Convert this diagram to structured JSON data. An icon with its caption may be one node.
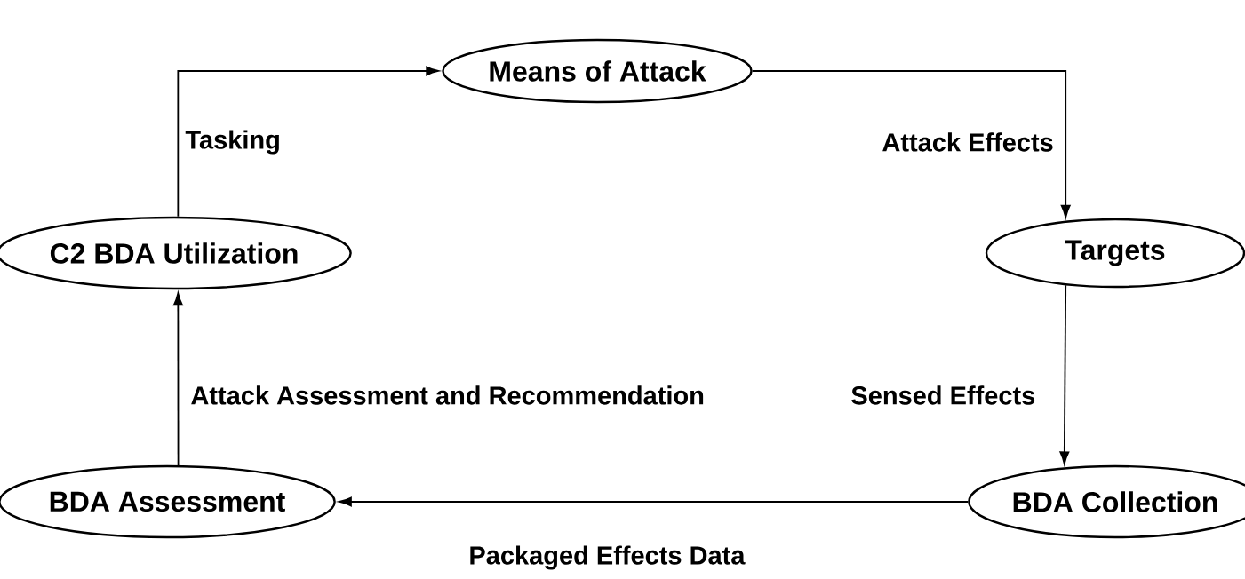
{
  "diagram": {
    "nodes": [
      {
        "text": [
          "Means of Attack"
        ]
      },
      {
        "text": [
          "Targets"
        ]
      },
      {
        "text": [
          "BDA Collection"
        ]
      },
      {
        "text": [
          "BDA Assessment"
        ]
      },
      {
        "text": [
          "C2 BDA Utilization"
        ]
      }
    ],
    "edges": [
      {
        "from": 0,
        "to": 1,
        "arrow": "to",
        "label": "Attack Effects"
      },
      {
        "from": 1,
        "to": 2,
        "arrow": "to",
        "label": "Sensed Effects"
      },
      {
        "from": 2,
        "to": 3,
        "arrow": "to",
        "label": "Packaged Effects Data"
      },
      {
        "from": 3,
        "to": 4,
        "arrow": "to",
        "label": "Attack Assessment and Recommendation"
      },
      {
        "from": 4,
        "to": 0,
        "arrow": "to",
        "label": "Tasking"
      }
    ]
  }
}
